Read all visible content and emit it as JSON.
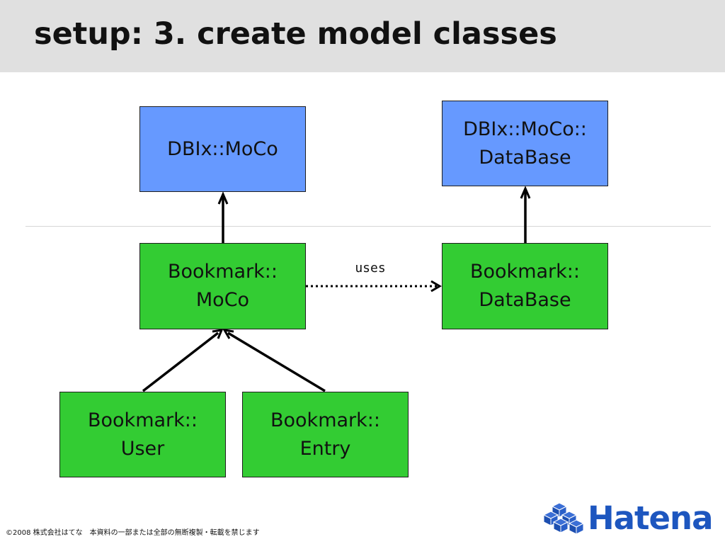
{
  "slide": {
    "title": "setup: 3. create model classes",
    "footer": "©2008 株式会社はてな　本資料の一部または全部の無断複製・転載を禁じます",
    "logo_text": "Hatena"
  },
  "diagram": {
    "nodes": {
      "dbix_moco": "DBIx::MoCo",
      "dbix_moco_database": "DBIx::MoCo::\nDataBase",
      "bookmark_moco": "Bookmark::\nMoCo",
      "bookmark_database": "Bookmark::\nDataBase",
      "bookmark_user": "Bookmark::\nUser",
      "bookmark_entry": "Bookmark::\nEntry"
    },
    "edges": {
      "uses_label": "uses"
    }
  },
  "colors": {
    "base_class_fill": "#6699ff",
    "app_class_fill": "#33cc33",
    "title_bar": "#e0e0e0",
    "logo": "#1d56bf"
  },
  "icons": {
    "logo_mark": "hatena-cubes-icon"
  }
}
